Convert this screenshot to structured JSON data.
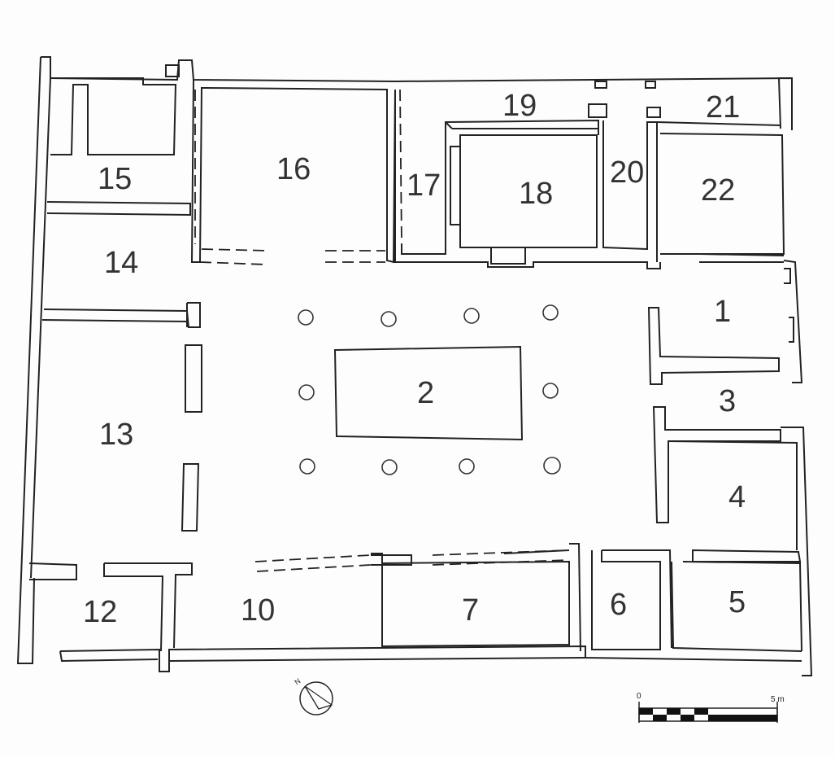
{
  "rooms": [
    {
      "id": "room-1",
      "label": "1"
    },
    {
      "id": "room-2",
      "label": "2"
    },
    {
      "id": "room-3",
      "label": "3"
    },
    {
      "id": "room-4",
      "label": "4"
    },
    {
      "id": "room-5",
      "label": "5"
    },
    {
      "id": "room-6",
      "label": "6"
    },
    {
      "id": "room-7",
      "label": "7"
    },
    {
      "id": "room-10",
      "label": "10"
    },
    {
      "id": "room-12",
      "label": "12"
    },
    {
      "id": "room-13",
      "label": "13"
    },
    {
      "id": "room-14",
      "label": "14"
    },
    {
      "id": "room-15",
      "label": "15"
    },
    {
      "id": "room-16",
      "label": "16"
    },
    {
      "id": "room-17",
      "label": "17"
    },
    {
      "id": "room-18",
      "label": "18"
    },
    {
      "id": "room-19",
      "label": "19"
    },
    {
      "id": "room-20",
      "label": "20"
    },
    {
      "id": "room-21",
      "label": "21"
    },
    {
      "id": "room-22",
      "label": "22"
    }
  ],
  "north_arrow": {
    "label": "N"
  },
  "scale_bar": {
    "start_label": "0",
    "end_label": "5 m"
  }
}
